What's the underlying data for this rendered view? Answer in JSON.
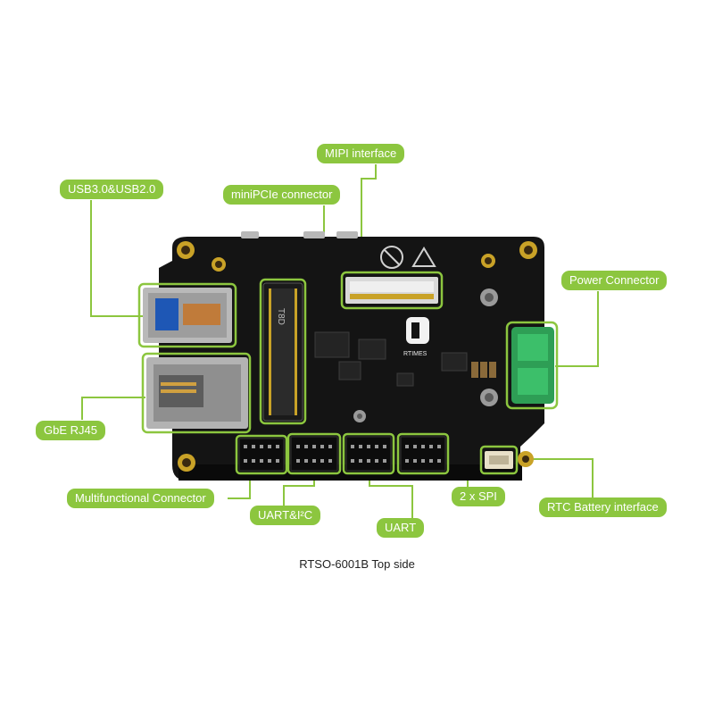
{
  "labels": {
    "mipi": "MIPI interface",
    "usb": "USB3.0&USB2.0",
    "minipcie": "miniPCIe connector",
    "power": "Power Connector",
    "gbe": "GbE RJ45",
    "multifunctional": "Multifunctional Connector",
    "uart_i2c": "UART&I²C",
    "uart": "UART",
    "spi": "2 x SPI",
    "rtc": "RTC Battery interface"
  },
  "board": {
    "brand": "RTIMES",
    "slot_marking": "T8D"
  },
  "caption": "RTSO-6001B Top side",
  "colors": {
    "accent": "#8cc63f",
    "pcb": "#141414",
    "gold": "#c9a227",
    "connector_green": "#2e9e55",
    "usb_blue": "#1e57b5"
  }
}
